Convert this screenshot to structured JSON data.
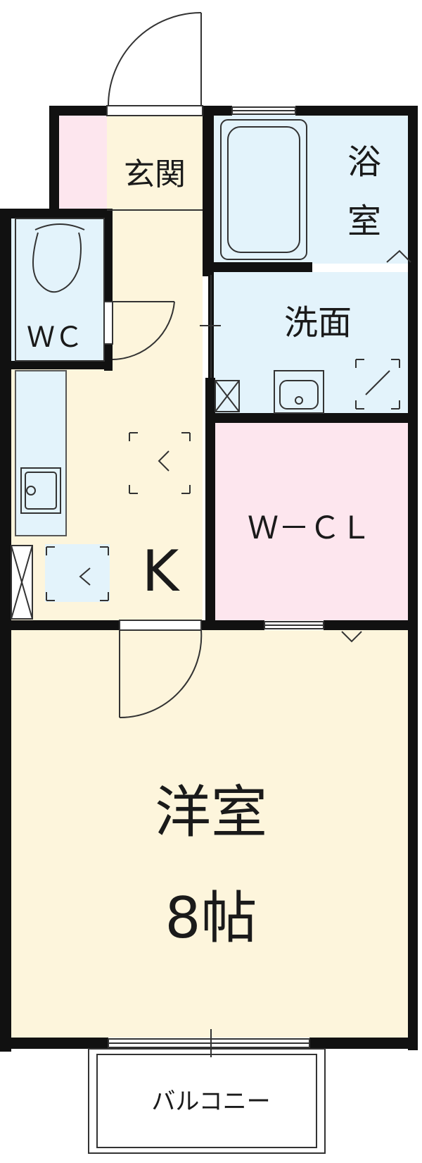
{
  "rooms": {
    "genkan": "玄関",
    "bath_1": "浴",
    "bath_2": "室",
    "wc": "ＷＣ",
    "senmen": "洗面",
    "wcl": "Ｗ－ＣＬ",
    "kitchen": "K",
    "western_1": "洋室",
    "western_2": "8帖",
    "balcony": "バルコニー"
  },
  "colors": {
    "wall": "#111111",
    "pink": "#fde6ee",
    "yellow": "#fdf5dc",
    "blue": "#e3f3fb"
  }
}
